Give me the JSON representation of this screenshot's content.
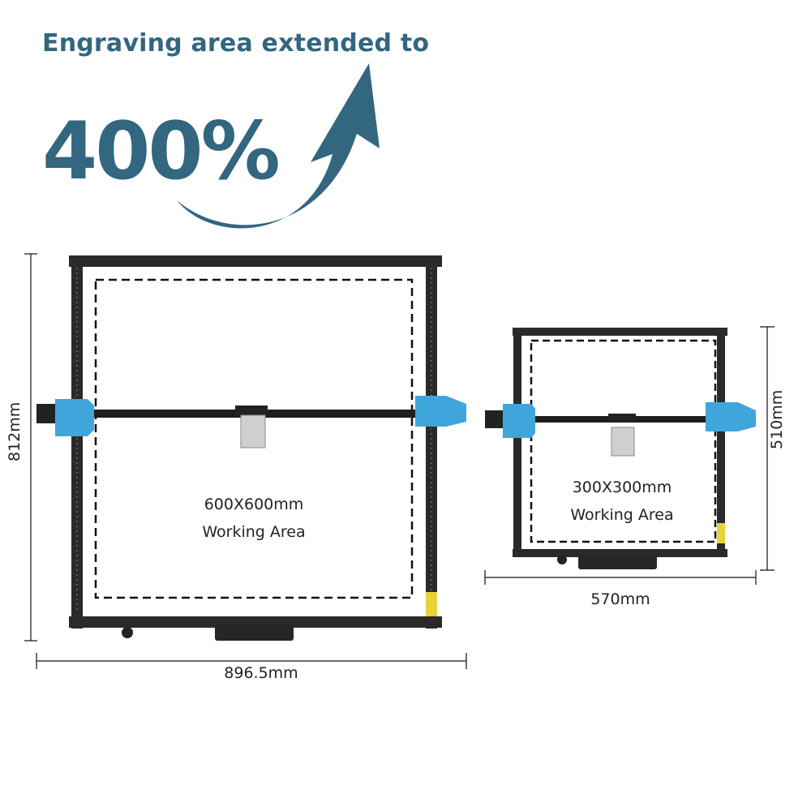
{
  "headline": "Engraving area extended to",
  "percentage": "400%",
  "large_machine": {
    "area_size": "600X600mm",
    "area_label": "Working Area",
    "height": "812mm",
    "width": "896.5mm"
  },
  "small_machine": {
    "area_size": "300X300mm",
    "area_label": "Working Area",
    "height": "510mm",
    "width": "570mm"
  },
  "colors": {
    "brand": "#33667f",
    "accent_blue": "#3fa6dc",
    "frame": "#2a2a2a"
  }
}
